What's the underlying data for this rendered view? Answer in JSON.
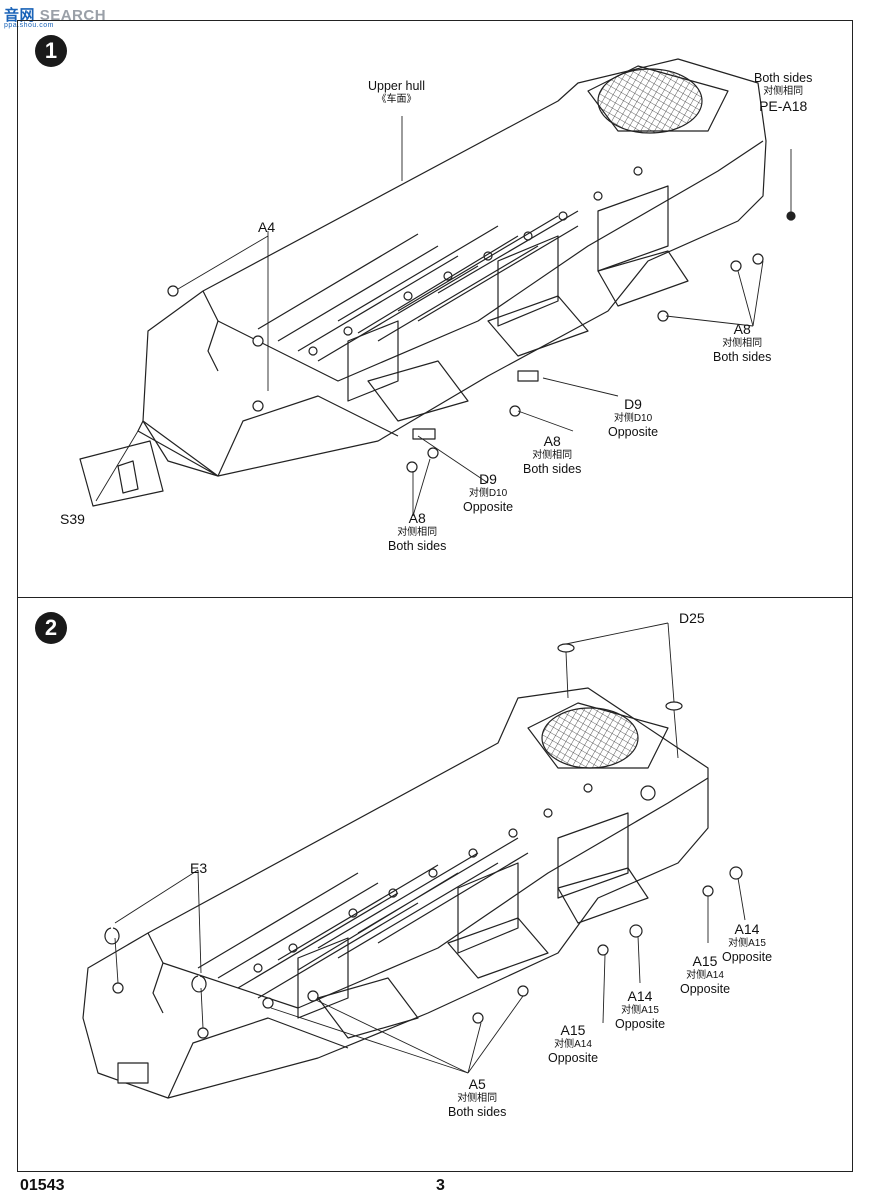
{
  "watermark": {
    "cn": "音网",
    "en": "SEARCH",
    "sub": "ppa.shou.com"
  },
  "footer": {
    "kit_number": "01543",
    "page_number": "3"
  },
  "steps": [
    {
      "number": "1",
      "labels": {
        "upper_hull": {
          "main": "Upper hull",
          "cn": "《车面》"
        },
        "pe_a18": {
          "top": "Both sides",
          "cn": "对侧相同",
          "main": "PE-A18"
        },
        "a4": {
          "main": "A4"
        },
        "a8_right": {
          "main": "A8",
          "cn": "对侧相同",
          "en": "Both sides"
        },
        "d9_right": {
          "main": "D9",
          "cn": "对侧D10",
          "en": "Opposite"
        },
        "a8_mid": {
          "main": "A8",
          "cn": "对侧相同",
          "en": "Both sides"
        },
        "d9_mid": {
          "main": "D9",
          "cn": "对侧D10",
          "en": "Opposite"
        },
        "a8_bottom": {
          "main": "A8",
          "cn": "对侧相同",
          "en": "Both sides"
        },
        "s39": {
          "main": "S39"
        }
      }
    },
    {
      "number": "2",
      "labels": {
        "d25": {
          "main": "D25"
        },
        "e3": {
          "main": "E3"
        },
        "a14_right": {
          "main": "A14",
          "cn": "对侧A15",
          "en": "Opposite"
        },
        "a15_right": {
          "main": "A15",
          "cn": "对侧A14",
          "en": "Opposite"
        },
        "a14_mid": {
          "main": "A14",
          "cn": "对侧A15",
          "en": "Opposite"
        },
        "a15_mid": {
          "main": "A15",
          "cn": "对侧A14",
          "en": "Opposite"
        },
        "a5": {
          "main": "A5",
          "cn": "对侧相同",
          "en": "Both sides"
        }
      }
    }
  ]
}
